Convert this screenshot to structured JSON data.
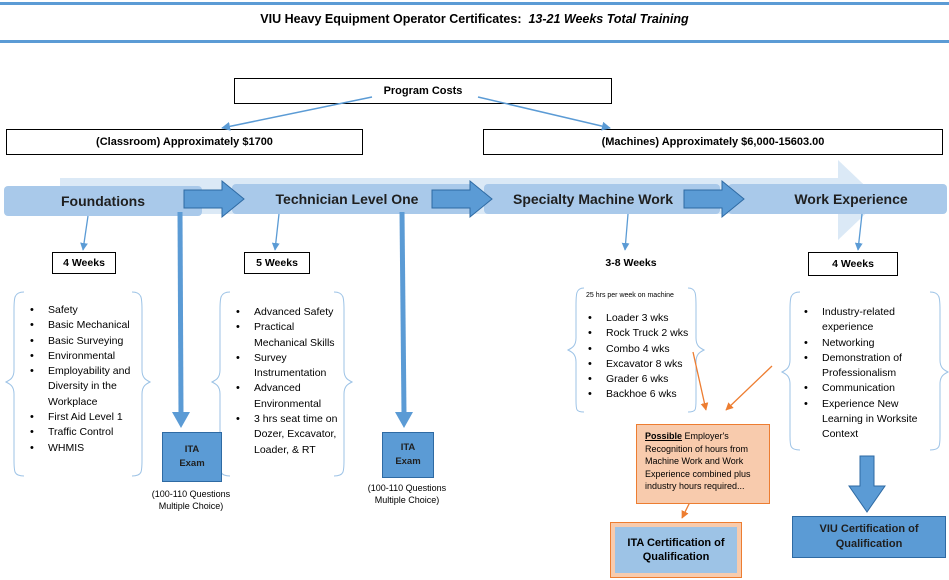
{
  "header": {
    "title_main": "VIU Heavy Equipment Operator Certificates:",
    "title_italic": "13-21 Weeks Total Training"
  },
  "costs": {
    "program": "Program Costs",
    "classroom": "(Classroom) Approximately $1700",
    "machines": "(Machines) Approximately $6,000-15603.00"
  },
  "stages": [
    {
      "label": "Foundations",
      "duration": "4 Weeks",
      "items": [
        "Safety",
        "Basic Mechanical",
        "Basic Surveying",
        "Environmental",
        "Employability and Diversity in the Workplace",
        "First Aid Level 1",
        "Traffic Control",
        "WHMIS"
      ]
    },
    {
      "label": "Technician Level One",
      "duration": "5 Weeks",
      "items": [
        "Advanced Safety",
        "Practical Mechanical Skills",
        "Survey Instrumentation",
        "Advanced Environmental",
        "3 hrs seat time on Dozer, Excavator, Loader, & RT"
      ]
    },
    {
      "label": "Specialty Machine Work",
      "duration": "3-8 Weeks",
      "subnote": "25 hrs per week on machine",
      "items": [
        "Loader 3 wks",
        "Rock Truck 2 wks",
        "Combo 4 wks",
        "Excavator 8 wks",
        "Grader 6 wks",
        "Backhoe 6 wks"
      ]
    },
    {
      "label": "Work Experience",
      "duration": "4 Weeks",
      "items": [
        "Industry-related experience",
        "Networking",
        "Demonstration of Professionalism",
        "Communication",
        "Experience New Learning in Worksite Context"
      ]
    }
  ],
  "exams": {
    "label_line1": "ITA",
    "label_line2": "Exam",
    "note_line1": "(100-110 Questions",
    "note_line2": "Multiple Choice)"
  },
  "employer": {
    "underlined": "Possible",
    "text": " Employer's Recognition of hours from Machine Work and Work Experience combined plus industry hours required..."
  },
  "certs": {
    "ita": "ITA Certification of Qualification",
    "viu": "VIU Certification of Qualification"
  },
  "colors": {
    "accent": "#5b9bd5",
    "band_light": "#a9c9ea",
    "orange_fill": "#f8cbad",
    "orange_border": "#ed7d31",
    "ita_cert_fill": "#9dc3e6"
  }
}
